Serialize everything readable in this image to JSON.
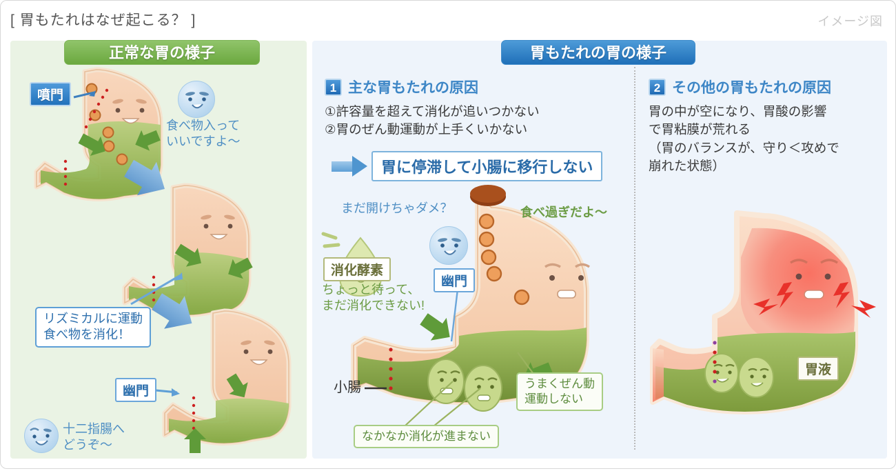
{
  "header": {
    "title": "[ 胃もたれはなぜ起こる？ ]",
    "image_note": "イメージ図"
  },
  "left_panel": {
    "banner": "正常な胃の様子",
    "labels": {
      "cardia": "噴門",
      "pylorus": "幽門"
    },
    "speech": {
      "food_ok": "食べ物入って\nいいですよ〜",
      "duodenum": "十二指腸へ\nどうぞ〜"
    },
    "callout_rhythm": "リズミカルに運動\n食べ物を消化！"
  },
  "right_panel": {
    "banner": "胃もたれの胃の様子",
    "section1": {
      "number": "1",
      "title": "主な胃もたれの原因",
      "items": [
        "①許容量を超えて消化が追いつかない",
        "②胃のぜん動運動が上手くいかない"
      ],
      "conclusion": "胃に停滞して小腸に移行しない",
      "speech_not_yet": "まだ開けちゃダメ？",
      "tag_enzyme": "消化酵素",
      "enzyme_text": "ちょっと待って、\nまだ消化できない!",
      "label_pylorus": "幽門",
      "speech_overeat": "食べ過ぎだよ〜",
      "label_small_intestine": "小腸",
      "callout_no_peristalsis": "うまくぜん動\n運動しない",
      "callout_slow_digestion": "なかなか消化が進まない"
    },
    "section2": {
      "number": "2",
      "title": "その他の胃もたれの原因",
      "body": "胃の中が空になり、胃酸の影響\nで胃粘膜が荒れる\n（胃のバランスが、守り＜攻めで\n 崩れた状態）",
      "label_gastric_juice": "胃液"
    }
  },
  "colors": {
    "green_banner": "#6ba83f",
    "blue_banner": "#1f6fb8",
    "panel_green_bg": "#eaf3e4",
    "panel_blue_bg": "#eef4fb",
    "accent_blue": "#3d86c6",
    "accent_green": "#6c9c45",
    "irritation_red": "#e8312a"
  }
}
